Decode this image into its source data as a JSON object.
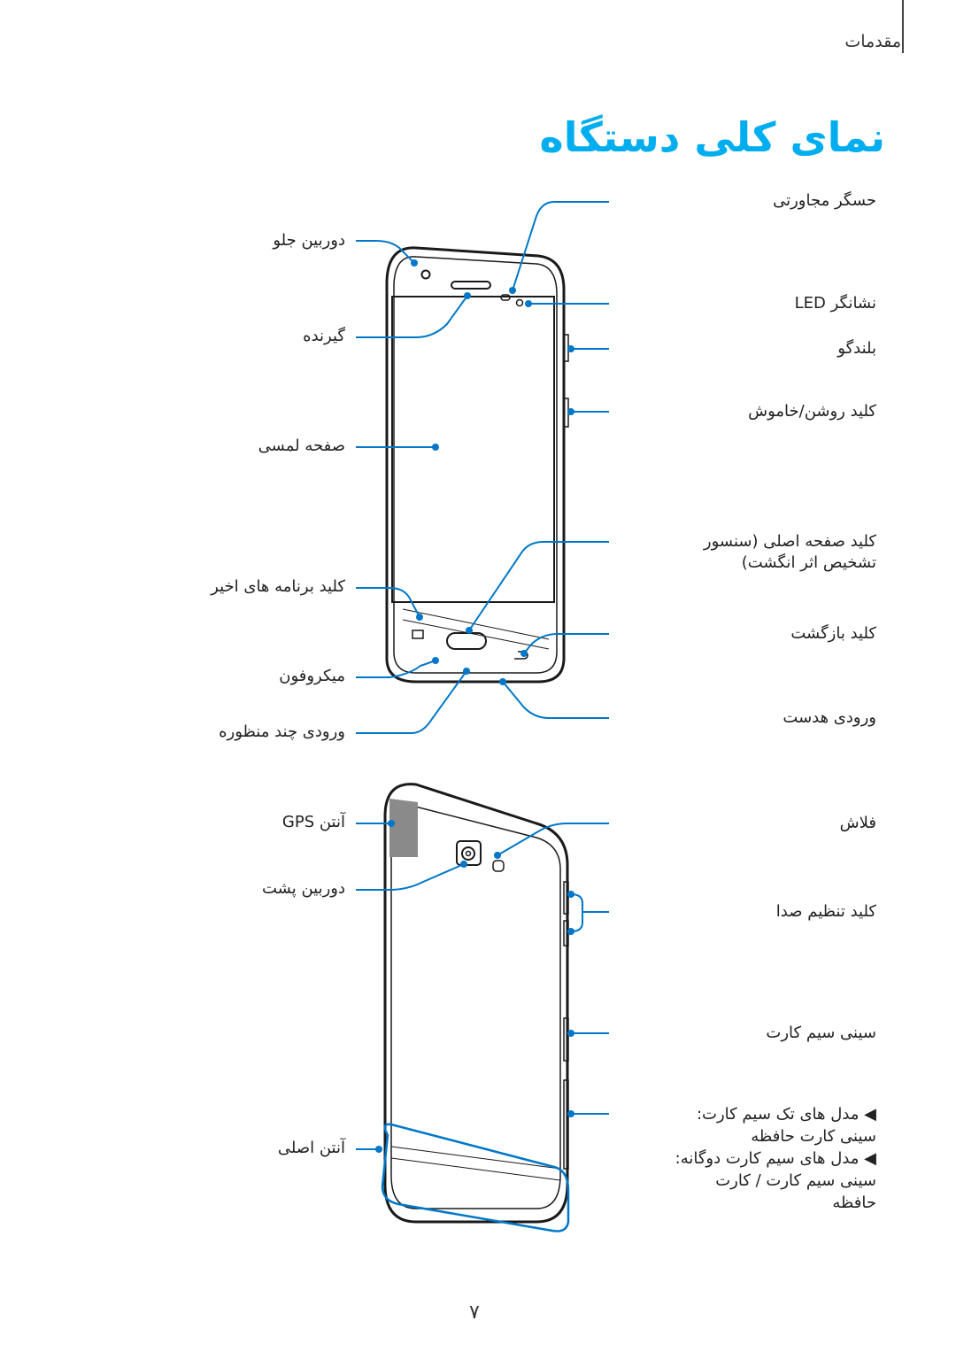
{
  "header": {
    "section": "مقدمات"
  },
  "title": "نمای کلی دستگاه",
  "front": {
    "left_labels": [
      "دوربین جلو",
      "گیرنده",
      "صفحه لمسی",
      "کلید برنامه های اخیر",
      "میکروفون",
      "ورودی چند منظوره"
    ],
    "right_labels": [
      "حسگر مجاورتی",
      "نشانگر LED",
      "بلندگو",
      "کلید روشن/خاموش",
      "کلید صفحه اصلی (سنسور\nتشخیص اثر انگشت)",
      "کلید بازگشت",
      "ورودی هدست"
    ]
  },
  "back": {
    "left_labels": [
      "آنتن GPS",
      "دوربین پشت",
      "آنتن اصلی"
    ],
    "right_labels": [
      "فلاش",
      "کلید تنظیم صدا",
      "سینی سیم کارت",
      "◀ مدل های تک سیم کارت:\nسینی کارت حافظه\n◀ مدل های سیم کارت دوگانه:\nسینی سیم کارت / کارت\nحافظه"
    ]
  },
  "page_number": "۷",
  "colors": {
    "accent": "#00aeef",
    "callout": "#0077c8",
    "device_stroke": "#1a1a1a"
  }
}
